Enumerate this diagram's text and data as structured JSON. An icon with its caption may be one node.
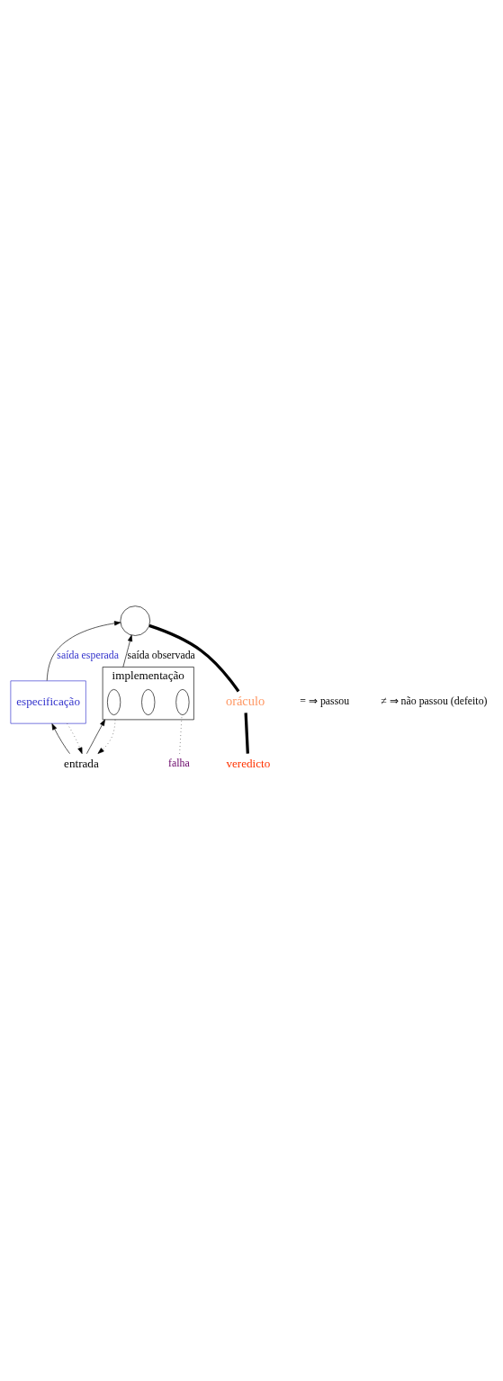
{
  "diagram": {
    "nodes": [
      {
        "text": [
          "entrada"
        ]
      },
      {
        "text": [
          "especificação"
        ]
      },
      {
        "text": [
          "implementação"
        ]
      },
      {
        "text": [],
        "shape": "ellipse",
        "in": 2
      },
      {
        "text": [],
        "shape": "ellipse",
        "in": 2
      },
      {
        "text": [],
        "shape": "ellipse",
        "in": 2
      },
      {
        "text": [
          "falha"
        ]
      },
      {
        "text": [],
        "shape": "circle"
      },
      {
        "text": [
          "oráculo"
        ]
      },
      {
        "text": [
          "veredicto"
        ]
      }
    ],
    "edges": [
      {
        "from": 0,
        "to": 1,
        "arrow": "to"
      },
      {
        "from": 0,
        "to": 2,
        "arrow": "to"
      },
      {
        "from": 1,
        "to": 7,
        "arrow": "to",
        "label": "saída esperada"
      },
      {
        "from": 2,
        "to": 7,
        "arrow": "to",
        "label": "saída observada"
      },
      {
        "from": 6,
        "to": 5,
        "arrow": "none",
        "style": "dashed"
      },
      {
        "from": 8,
        "to": 7,
        "arrow": "none",
        "style": "thick"
      },
      {
        "from": 9,
        "to": 8,
        "arrow": "none",
        "style": "thick"
      },
      {
        "from": 1,
        "to": 0,
        "arrow": "to",
        "style": "dashed"
      },
      {
        "from": 2,
        "to": 0,
        "arrow": "to",
        "style": "dashed"
      }
    ],
    "labels": [
      "= ⇒ passou",
      "≠ ⇒ não passou (defeito)"
    ]
  }
}
